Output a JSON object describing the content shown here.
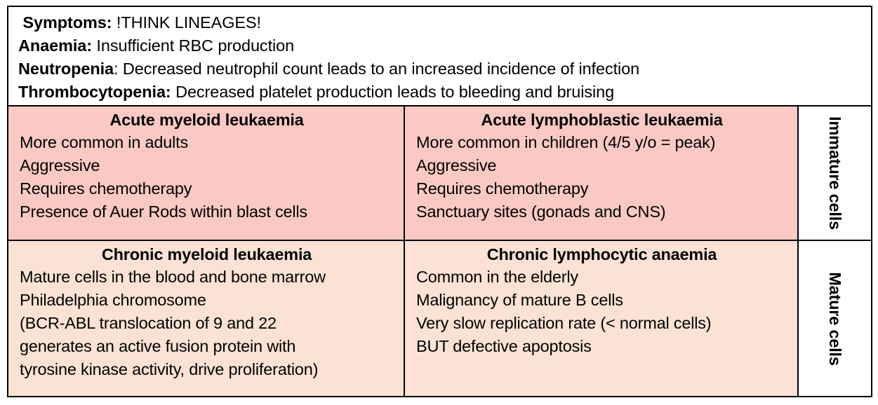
{
  "colors": {
    "acute_row_bg": "#fbc9c4",
    "chronic_row_bg": "#fbe2d5",
    "maturity_col_bg": "#ffffff",
    "border": "#000000",
    "text": "#000000"
  },
  "symptoms": {
    "lines": [
      {
        "label": " Symptoms:",
        "text": " !THINK LINEAGES!"
      },
      {
        "label": "Anaemia:",
        "text": " Insufficient RBC production"
      },
      {
        "label": "Neutropenia",
        "text": ": Decreased neutrophil count leads to an increased incidence of infection"
      },
      {
        "label": "Thrombocytopenia:",
        "text": " Decreased platelet production leads to bleeding and bruising"
      }
    ]
  },
  "rows": [
    {
      "id": "acute",
      "maturity": "Immature cells",
      "cells": [
        {
          "title": "Acute myeloid leukaemia",
          "lines": [
            "More common in adults",
            "Aggressive",
            "Requires chemotherapy",
            "Presence of Auer Rods within blast cells"
          ]
        },
        {
          "title": "Acute lymphoblastic leukaemia",
          "lines": [
            "More common in children (4/5 y/o = peak)",
            "Aggressive",
            "Requires chemotherapy",
            "Sanctuary sites (gonads and CNS)"
          ]
        }
      ]
    },
    {
      "id": "chronic",
      "maturity": "Mature cells",
      "cells": [
        {
          "title": "Chronic myeloid leukaemia",
          "lines": [
            "Mature cells in the blood and bone marrow",
            "Philadelphia chromosome",
            "(BCR-ABL translocation of 9 and 22",
            "generates an active fusion protein with",
            "tyrosine kinase activity, drive proliferation)"
          ]
        },
        {
          "title": "Chronic lymphocytic anaemia",
          "lines": [
            "Common in the elderly",
            "Malignancy of mature B cells",
            "Very slow replication rate (< normal cells)",
            "BUT defective apoptosis"
          ]
        }
      ]
    }
  ]
}
